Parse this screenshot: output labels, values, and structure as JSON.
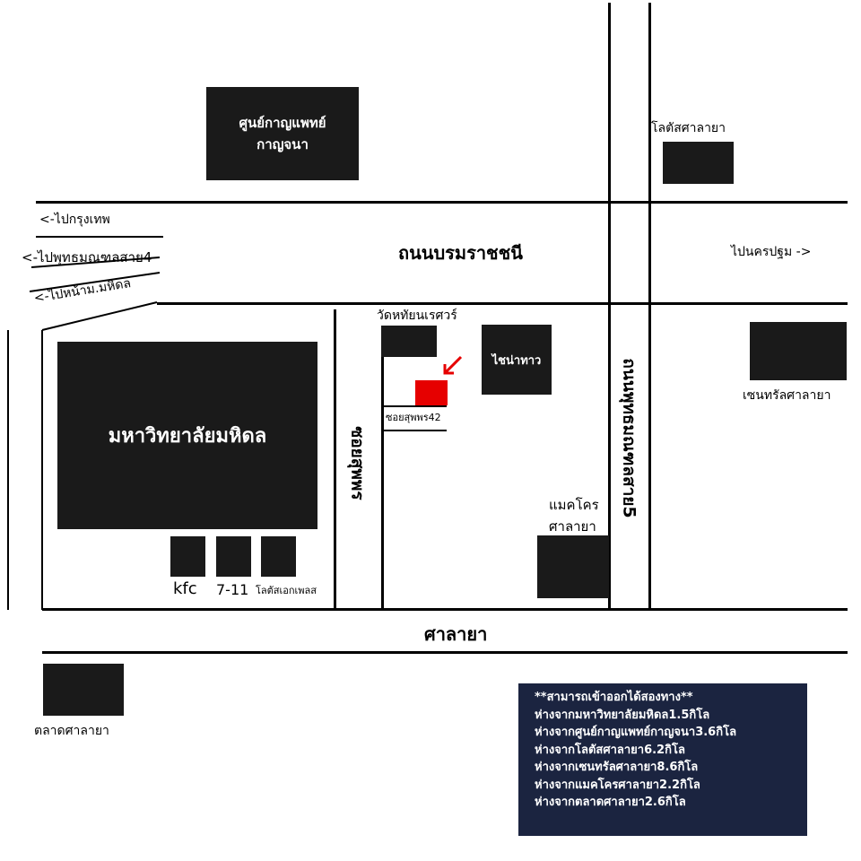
{
  "roads": {
    "main_road": "ถนนบรมราชชนี",
    "bottom_road": "ศาลายา",
    "vertical_road": "ถนนพุทธมณฑลสาย5",
    "soi": "ซอยสุพพร",
    "soi_42": "ซอยสุพพร42"
  },
  "directions": {
    "to_bangkok": "<-ไปกรุงเทพ",
    "to_phutthamonthon4": "<-ไปพุทธมณฑลสาย4",
    "to_mahidol": "<-ไปหน้าม.มหิดล",
    "to_nakhon_pathom": "ไปนครปฐม ->"
  },
  "places": {
    "hospital": "ศูนย์กาญแพทย์\nกาญจนา",
    "lotus_salaya": "โลตัสศาลายา",
    "mahidol": "มหาวิทยาลัยมหิดล",
    "kfc": "kfc",
    "seven_eleven": "7-11",
    "lotus_express": "โลตัสเอกเพลส",
    "temple": "วัดหทัยนเรศวร์",
    "chainam": "ไชน่าทาว",
    "central": "เซนทรัลศาลายา",
    "makro": "แมคโคร\nศาลายา",
    "market": "ตลาดศาลายา"
  },
  "info": {
    "lines": [
      "**สามารถเข้าออกได้สองทาง**",
      "ห่างจากมหาวิทยาลัยมหิดล1.5กิโล",
      "ห่างจากศูนย์กาญแพทย์กาญจนา3.6กิโล",
      "ห่างจากโลตัสศาลายา6.2กิโล",
      "ห่างจากเซนทรัลศาลายา8.6กิโล",
      "ห่างจากแมคโครศาลายา2.2กิโล",
      "ห่างจากตลาดศาลายา2.6กิโล"
    ]
  },
  "colors": {
    "block": "#1a1a1a",
    "marker": "#e60000",
    "info_bg": "#1b2440"
  }
}
